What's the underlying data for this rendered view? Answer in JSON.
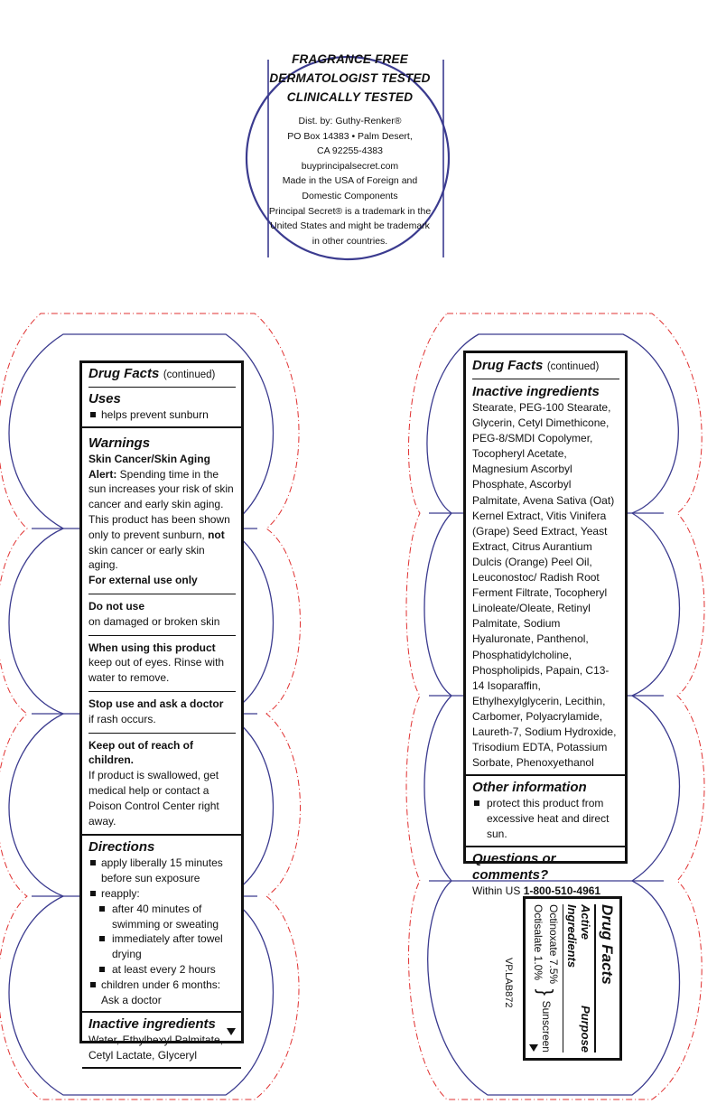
{
  "circle": {
    "bold_lines": [
      "FRAGRANCE FREE",
      "DERMATOLOGIST TESTED",
      "CLINICALLY TESTED"
    ],
    "lines": [
      "Dist. by: Guthy-Renker®",
      "PO Box 14383 • Palm Desert,",
      "CA 92255-4383",
      "buyprincipalsecret.com",
      "Made in the USA of Foreign and",
      "Domestic Components",
      "Principal Secret® is a trademark in the",
      "United States and might be trademark",
      "in other countries."
    ]
  },
  "left": {
    "header": "Drug Facts",
    "continued": "(continued)",
    "uses_title": "Uses",
    "uses_items": [
      "helps prevent sunburn"
    ],
    "warnings_title": "Warnings",
    "warn1_title": "Skin Cancer/Skin Aging",
    "warn1_alert": "Alert:",
    "warn1_text_a": " Spending time in the sun increases your risk of skin cancer and early skin aging. This product has been shown only to prevent sunburn, ",
    "warn1_not": "not",
    "warn1_text_b": " skin cancer or early skin aging.",
    "warn1_external": "For external use only",
    "donot_title": "Do not use",
    "donot_text": "on damaged or broken skin",
    "when_title": "When using this product",
    "when_text": "keep out of eyes. Rinse with water to remove.",
    "stop_title": "Stop use and ask a doctor",
    "stop_text": "if rash occurs.",
    "keep_title": "Keep out of reach of children.",
    "keep_text": "If product is swallowed, get medical help or contact a Poison Control Center right away.",
    "dir_title": "Directions",
    "dir_1": "apply liberally 15 minutes before sun exposure",
    "dir_2": "reapply:",
    "dir_2a": "after 40 minutes of swimming or sweating",
    "dir_2b": "immediately after towel drying",
    "dir_2c": "at least every 2 hours",
    "dir_3": "children under 6 months: Ask a doctor",
    "inactive_title": "Inactive ingredients",
    "inactive_text": "Water, Ethylhexyl Palmitate, Cetyl Lactate, Glyceryl"
  },
  "right": {
    "header": "Drug Facts",
    "continued": "(continued)",
    "inactive_title": "Inactive ingredients",
    "inactive_text": "Stearate, PEG-100 Stearate, Glycerin, Cetyl Dimethicone, PEG-8/SMDI Copolymer, Tocopheryl Acetate, Magnesium Ascorbyl Phosphate, Ascorbyl Palmitate, Avena Sativa (Oat) Kernel Extract, Vitis Vinifera (Grape) Seed Extract, Yeast Extract, Citrus Aurantium Dulcis (Orange) Peel Oil, Leuconostoc/ Radish Root Ferment Filtrate, Tocopheryl Linoleate/Oleate, Retinyl Palmitate, Sodium Hyaluronate, Panthenol, Phosphatidylcholine, Phospholipids, Papain, C13-14 Isoparaffin, Ethylhexylglycerin, Lecithin, Carbomer, Polyacrylamide, Laureth-7, Sodium Hydroxide, Trisodium EDTA, Potassium Sorbate, Phenoxyethanol",
    "other_title": "Other information",
    "other_items": [
      "protect this product from excessive heat and direct sun."
    ],
    "questions_title": "Questions or comments?",
    "questions_prefix": "Within US ",
    "questions_phone": "1-800-510-4961"
  },
  "rotated": {
    "header": "Drug Facts",
    "active_label": "Active Ingredients",
    "purpose_label": "Purpose",
    "ing1": "Octinoxate 7.5%",
    "ing2": "Octisalate 1.0%",
    "purpose": "Sunscreen",
    "code": "VP.LAB872"
  }
}
